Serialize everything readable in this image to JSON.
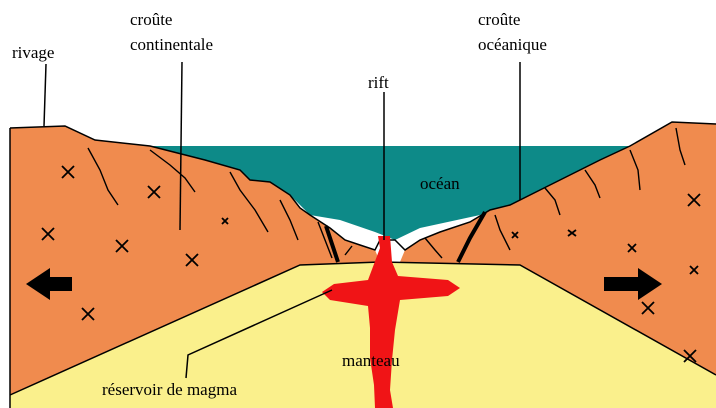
{
  "labels": {
    "rivage": "rivage",
    "croute_continentale_line1": "croûte",
    "croute_continentale_line2": "continentale",
    "croute_oceanique_line1": "croûte",
    "croute_oceanique_line2": "océanique",
    "rift": "rift",
    "ocean": "océan",
    "manteau": "manteau",
    "reservoir": "réservoir de magma"
  },
  "colors": {
    "crust": "#f08b4e",
    "ocean": "#0d8a88",
    "mantle": "#faf08c",
    "magma": "#f01416",
    "ink": "#000000",
    "background": "#ffffff"
  },
  "icons": {
    "left_arrow": "arrow-left-icon",
    "right_arrow": "arrow-right-icon",
    "crust_marks": "x-mark-icon"
  }
}
